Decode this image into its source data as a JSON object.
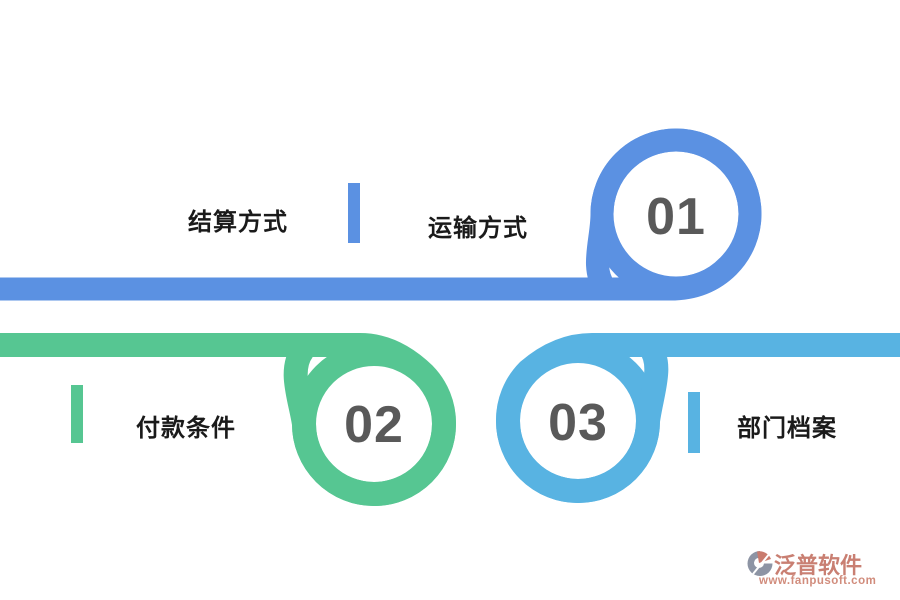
{
  "diagram": {
    "title_hint": "three-step loop infographic",
    "sections": [
      {
        "number": "01",
        "color": "#5B91E2",
        "labels": {
          "left": "结算方式",
          "right": "运输方式"
        }
      },
      {
        "number": "02",
        "color": "#56C692",
        "label": "付款条件"
      },
      {
        "number": "03",
        "color": "#58B3E2",
        "label": "部门档案"
      }
    ],
    "number_color": "#595959",
    "label_color": "#1a1a1a"
  },
  "watermark": {
    "brand": "泛普软件",
    "url": "www.fanpusoft.com",
    "brand_color": "#c97f72",
    "url_color": "#d18c7c",
    "icon_gray": "#8d94a4",
    "icon_accent": "#c97b6e"
  }
}
